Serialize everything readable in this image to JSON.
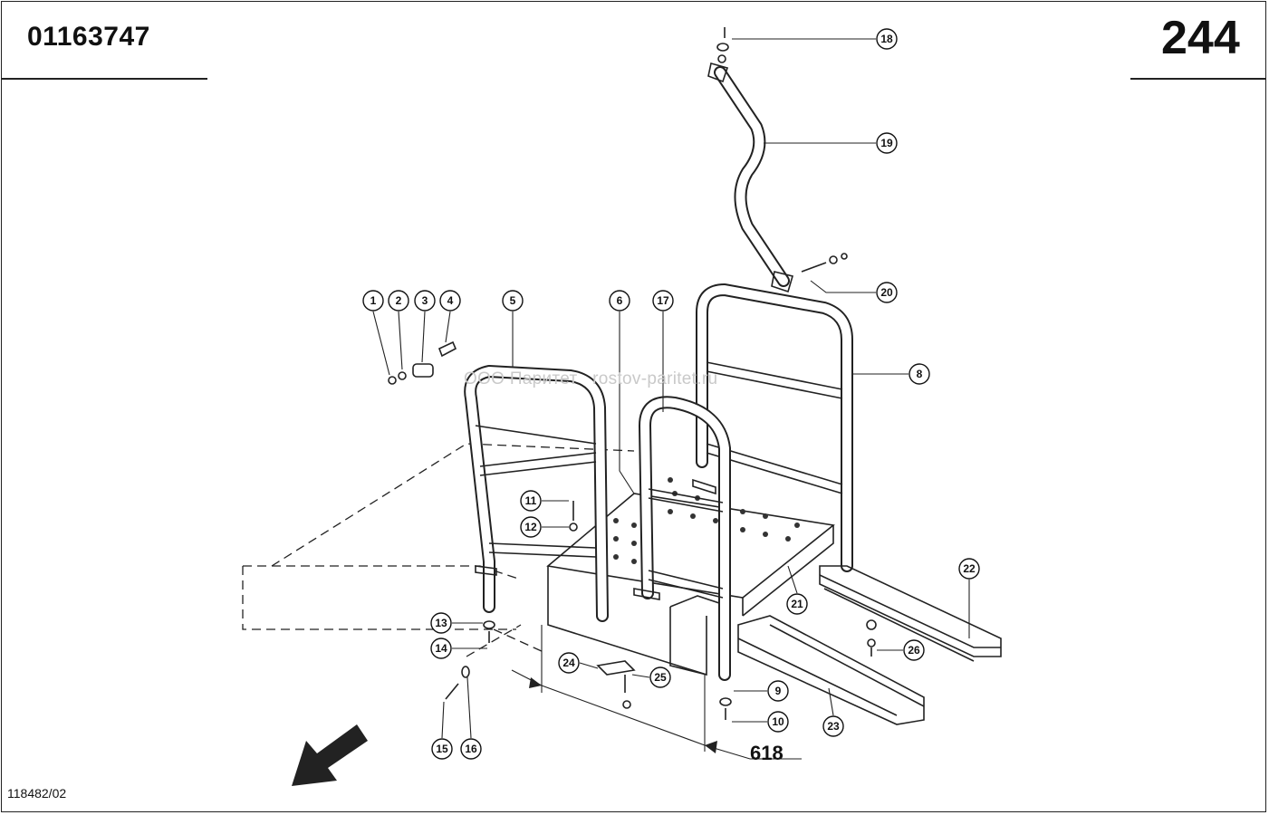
{
  "header": {
    "part_number": "01163747",
    "page_number": "244"
  },
  "footer": {
    "drawing_id": "118482/02"
  },
  "dimension": {
    "label": "618"
  },
  "watermark": {
    "text": "ООО Паритет   rostov-paritet.ru"
  },
  "callouts": {
    "c1": "1",
    "c2": "2",
    "c3": "3",
    "c4": "4",
    "c5": "5",
    "c6": "6",
    "c8": "8",
    "c9": "9",
    "c10": "10",
    "c11": "11",
    "c12": "12",
    "c13": "13",
    "c14": "14",
    "c15": "15",
    "c16": "16",
    "c17": "17",
    "c18": "18",
    "c19": "19",
    "c20": "20",
    "c21": "21",
    "c22": "22",
    "c23": "23",
    "c24": "24",
    "c25": "25",
    "c26": "26"
  },
  "icons": {
    "direction_arrow": "arrow-down-left-icon"
  },
  "colors": {
    "ink": "#222222",
    "watermark": "#c9c9c9",
    "background": "#ffffff"
  }
}
